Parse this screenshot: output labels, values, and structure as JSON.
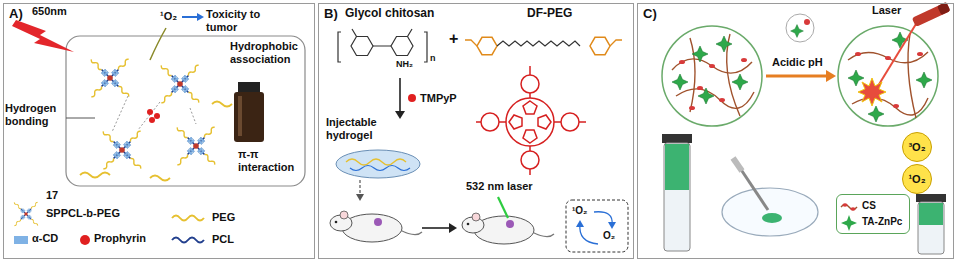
{
  "diagram": {
    "nodes": [
      {
        "text": [
          "A)"
        ]
      },
      {
        "text": [
          "B)"
        ]
      },
      {
        "text": [
          "C)"
        ]
      },
      {
        "text": [
          "³O₂"
        ],
        "in": 2
      },
      {
        "text": [
          "¹O₂"
        ],
        "in": 2
      },
      {
        "text": [
          "CS",
          "TA-ZnPc"
        ],
        "in": 2
      }
    ],
    "labels": [
      "650nm",
      "¹O₂",
      "Toxicity to tumor",
      "Hydrophobic association",
      "Hydrogen bonding",
      "π-π interaction",
      "17",
      "Glycol chitosan",
      "DF-PEG",
      "NH₂",
      "n",
      "+",
      "TMPyP",
      "Injectable hydrogel",
      "532 nm laser",
      "¹O₂",
      "O₂",
      "Acidic pH",
      "Laser"
    ],
    "legend": [
      {
        "text": "SPPCL-b-PEG"
      },
      {
        "text": "α-CD",
        "color": "#7fb2e5"
      },
      {
        "text": "Prophyrin",
        "color": "#e02020"
      },
      {
        "text": "PEG"
      },
      {
        "text": "PCL"
      }
    ]
  }
}
